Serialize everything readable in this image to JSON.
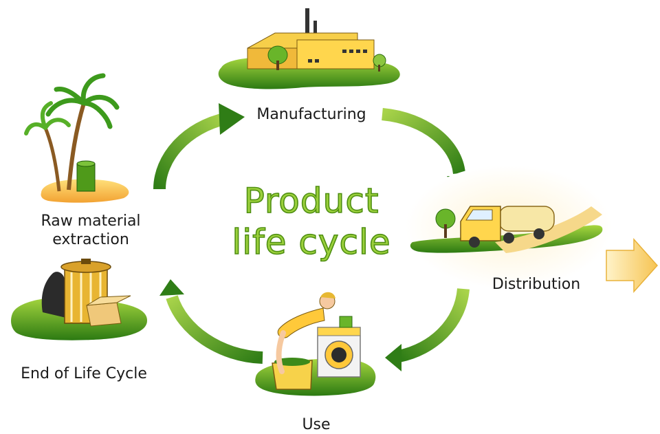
{
  "diagram": {
    "title_line1": "Product",
    "title_line2": "life cycle",
    "stages": {
      "manufacturing": "Manufacturing",
      "distribution": "Distribution",
      "use": "Use",
      "end_of_life": "End of Life Cycle",
      "raw_material_line1": "Raw material",
      "raw_material_line2": "extraction"
    }
  },
  "colors": {
    "arrow_green_dark": "#2f7d16",
    "arrow_green_light": "#a8d34a",
    "title_fill": "#9bd03c",
    "island_green": "#5aaa1e",
    "export_arrow": "#f6c453"
  }
}
